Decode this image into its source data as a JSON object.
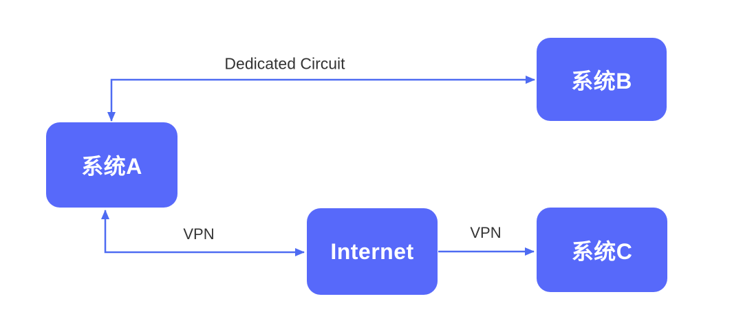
{
  "diagram": {
    "title": "system-connectivity-diagram",
    "nodes": [
      {
        "id": "system-a",
        "label": "系统A"
      },
      {
        "id": "system-b",
        "label": "系统B"
      },
      {
        "id": "internet",
        "label": "Internet"
      },
      {
        "id": "system-c",
        "label": "系统C"
      }
    ],
    "edges": [
      {
        "from": "system-a",
        "to": "system-b",
        "label": "Dedicated Circuit",
        "direction": "bidirectional",
        "shape": "elbow"
      },
      {
        "from": "system-a",
        "to": "internet",
        "label": "VPN",
        "direction": "bidirectional",
        "shape": "elbow"
      },
      {
        "from": "internet",
        "to": "system-c",
        "label": "VPN",
        "direction": "one-way",
        "shape": "straight"
      }
    ]
  },
  "theme": {
    "node_fill": "#5769FA",
    "node_text": "#FFFFFF",
    "arrow_color": "#4E6BF2",
    "edge_label_color": "#333333",
    "background": "#FFFFFF"
  }
}
